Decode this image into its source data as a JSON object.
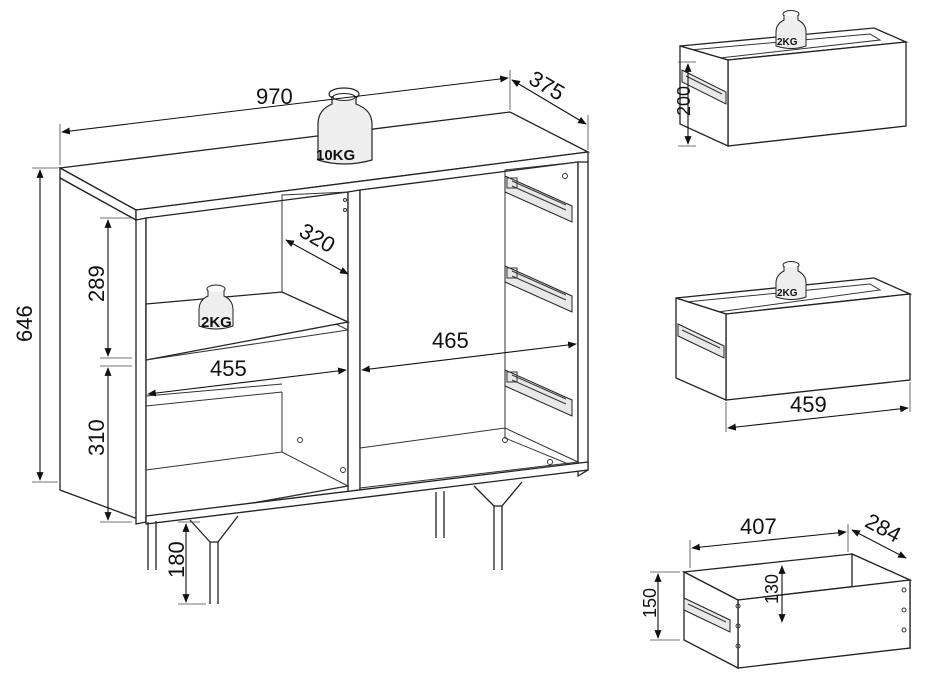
{
  "main_unit": {
    "width_label": "970",
    "depth_label": "375",
    "height_label": "646",
    "top_section_label": "289",
    "bottom_section_label": "310",
    "leg_height_label": "180",
    "shelf_depth_label": "320",
    "left_inner_width_label": "455",
    "right_inner_width_label": "465",
    "top_load_label": "10KG",
    "shelf_load_label": "2KG"
  },
  "drawer_top": {
    "height_label": "200",
    "load_label": "2KG"
  },
  "drawer_middle": {
    "width_label": "459",
    "load_label": "2KG"
  },
  "drawer_box": {
    "width_label": "407",
    "depth_label": "284",
    "outer_height_label": "150",
    "inner_height_label": "130"
  }
}
